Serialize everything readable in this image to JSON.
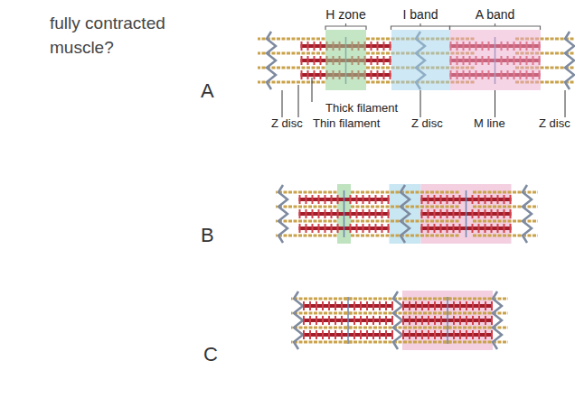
{
  "diagram": {
    "nodes": [
      {
        "text": [
          "H zone"
        ]
      },
      {
        "text": [
          "I band"
        ]
      },
      {
        "text": [
          "A band"
        ]
      }
    ],
    "labels": [
      "fully contracted muscle?",
      "A",
      "B",
      "C",
      "Thick filament",
      "Z disc",
      "Thin filament",
      "Z disc",
      "M line",
      "Z disc"
    ]
  }
}
